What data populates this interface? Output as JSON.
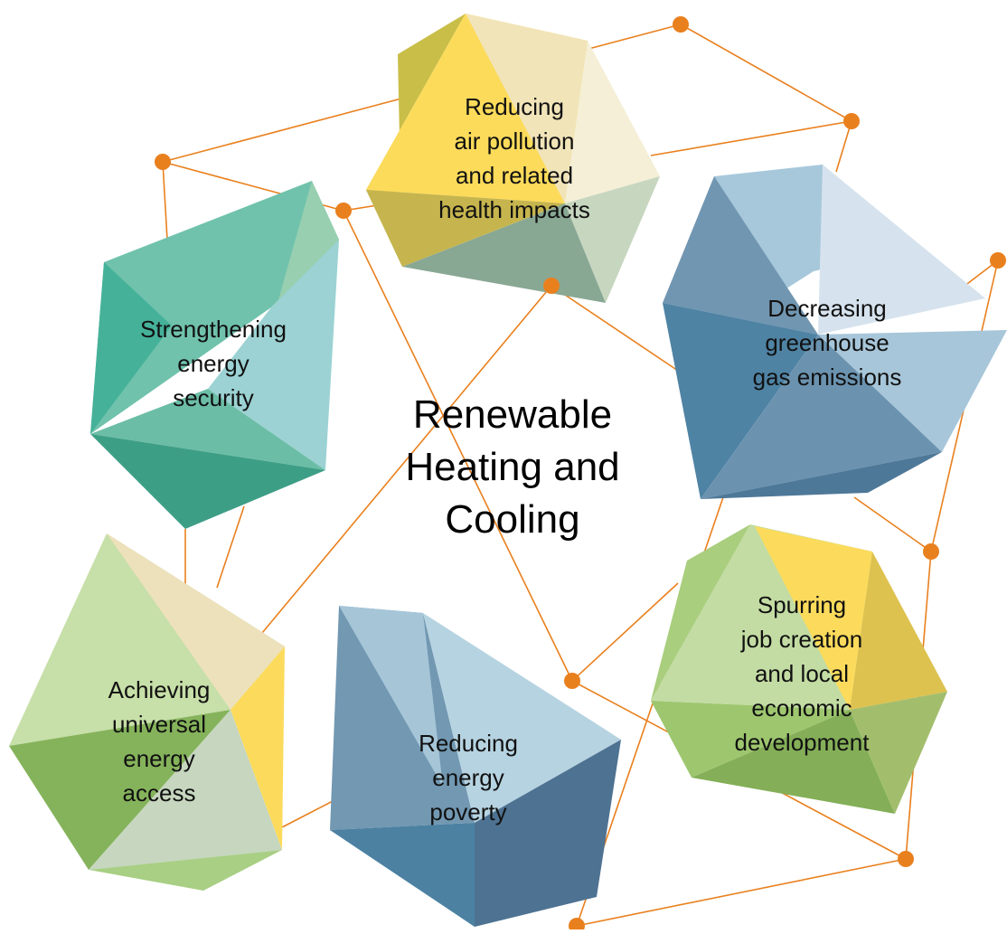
{
  "center_title": [
    "Renewable",
    "Heating and",
    "Cooling"
  ],
  "benefits": [
    {
      "id": "air-pollution",
      "lines": [
        "Reducing",
        "air pollution",
        "and related",
        "health impacts"
      ]
    },
    {
      "id": "energy-security",
      "lines": [
        "Strengthening",
        "energy",
        "security"
      ]
    },
    {
      "id": "ghg-emissions",
      "lines": [
        "Decreasing",
        "greenhouse",
        "gas emissions"
      ]
    },
    {
      "id": "job-creation",
      "lines": [
        "Spurring",
        "job creation",
        "and local",
        "economic",
        "development"
      ]
    },
    {
      "id": "energy-access",
      "lines": [
        "Achieving",
        "universal",
        "energy",
        "access"
      ]
    },
    {
      "id": "energy-poverty",
      "lines": [
        "Reducing",
        "energy",
        "poverty"
      ]
    }
  ],
  "colors": {
    "network": "#E9801E",
    "text": "#111111"
  }
}
